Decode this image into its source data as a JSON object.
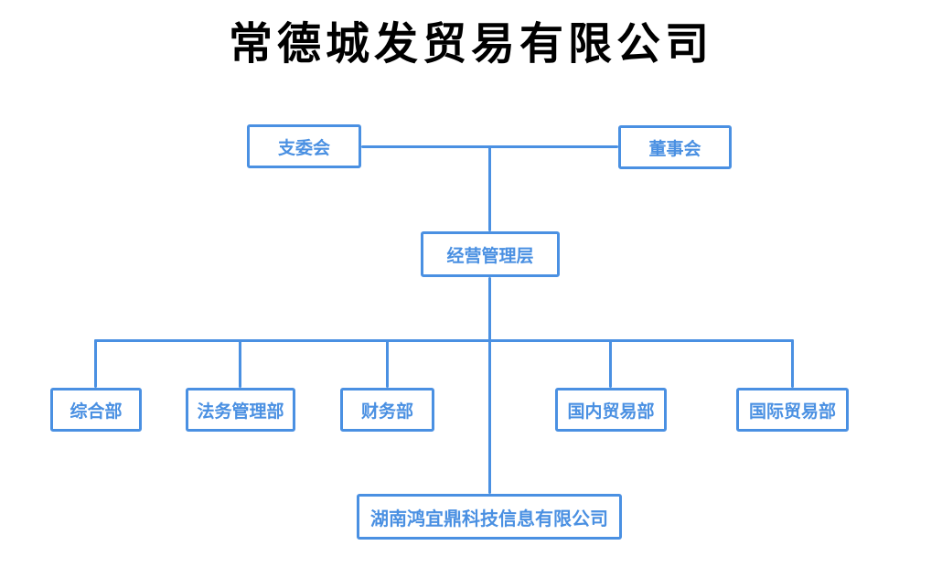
{
  "page": {
    "title": "常德城发贸易有限公司"
  },
  "colors": {
    "accent": "#4a90e2",
    "title_text": "#000000",
    "node_bg": "#ffffff"
  },
  "org_chart": {
    "top_row": [
      {
        "id": "branch-committee",
        "label": "支委会"
      },
      {
        "id": "board-of-directors",
        "label": "董事会"
      }
    ],
    "management": {
      "label": "经营管理层"
    },
    "departments": [
      {
        "label": "综合部"
      },
      {
        "label": "法务管理部"
      },
      {
        "label": "财务部"
      },
      {
        "label": "国内贸易部"
      },
      {
        "label": "国际贸易部"
      }
    ],
    "subsidiary": {
      "label": "湖南鸿宜鼎科技信息有限公司"
    }
  }
}
